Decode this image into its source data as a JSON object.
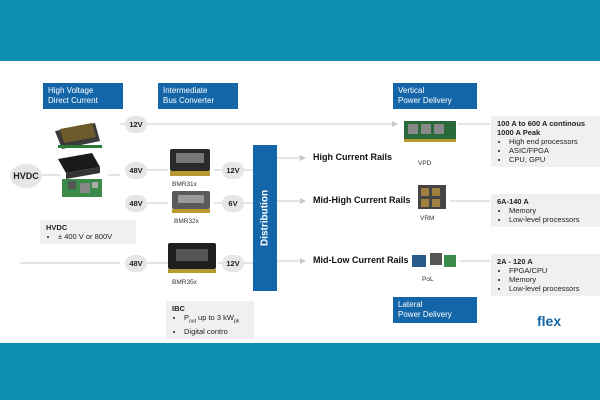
{
  "headers": {
    "hv": "High Voltage\nDirect Current",
    "ibc": "Intermediate\nBus Converter",
    "vertical": "Vertical\nPower Delivery",
    "lateral": "Lateral\nPower Delivery"
  },
  "hvdc_node": "HVDC",
  "voltages": {
    "v12_top": "12V",
    "v48_a": "48V",
    "v48_b": "48V",
    "v48_c": "48V",
    "v12_a": "12V",
    "v6": "6V",
    "v12_c": "12V"
  },
  "modules": {
    "bmr31": "BMR31x",
    "bmr32": "BMR32x",
    "bmr35": "BMR35x",
    "vpd": "VPD",
    "vrm": "VRM",
    "pol": "PoL"
  },
  "distribution": "Distribution",
  "rails": {
    "high": "High Current Rails",
    "mid_high": "Mid-High Current Rails",
    "mid_low": "Mid-Low Current Rails"
  },
  "hvdc_box": {
    "title": "HVDC",
    "item": "± 400 V or 800V"
  },
  "ibc_box": {
    "title": "IBC",
    "item1_pre": "P",
    "item1_sub": "out",
    "item1_mid": " up to 3 kW",
    "item1_sub2": "pk",
    "item2": "Digital contro"
  },
  "out_vpd": {
    "title1": "100 A to 600 A continous",
    "title2": "1000 A Peak",
    "items": [
      "High end processors",
      "ASIC/FPGA",
      "CPU, GPU"
    ]
  },
  "out_vrm": {
    "title": "6A-140 A",
    "items": [
      "Memory",
      "Low-level processors"
    ]
  },
  "out_pol": {
    "title": "2A - 120 A",
    "items": [
      "FPGA/CPU",
      "Memory",
      "Low-level processors"
    ]
  },
  "logo": "flex",
  "colors": {
    "accent": "#1466a8",
    "frame": "#0a8fb0",
    "pill": "#e6e6e6"
  }
}
